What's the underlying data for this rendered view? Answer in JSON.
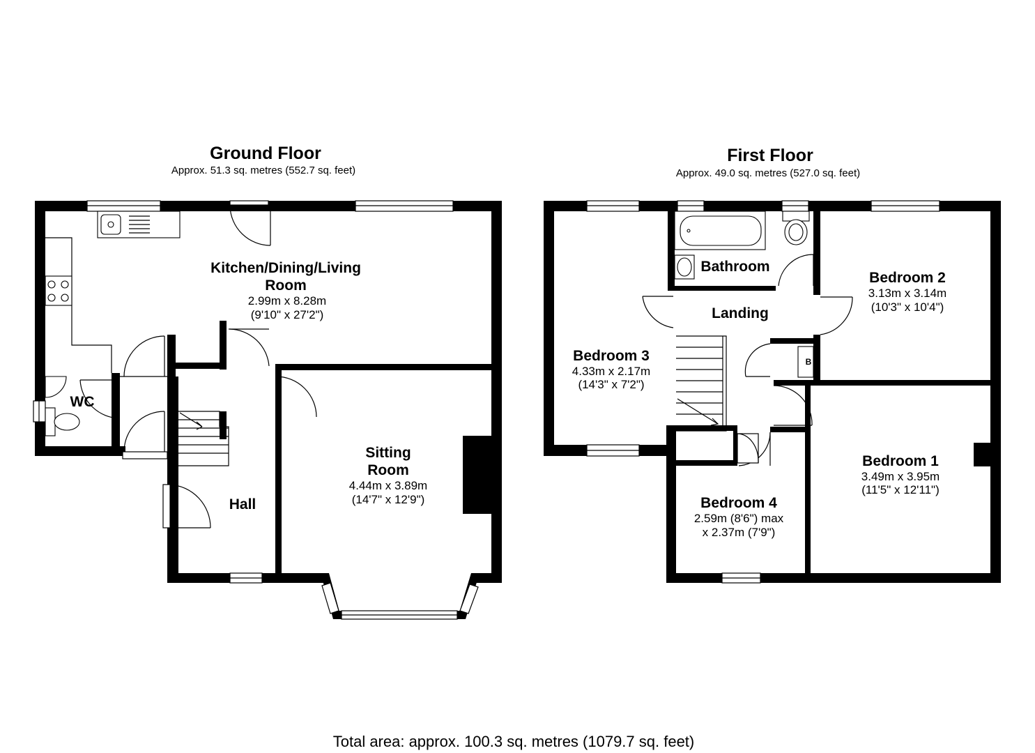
{
  "ground_floor": {
    "title": "Ground Floor",
    "area": "Approx. 51.3 sq. metres (552.7 sq. feet)",
    "rooms": {
      "kitchen": {
        "name_line1": "Kitchen/Dining/Living",
        "name_line2": "Room",
        "dim_metric": "2.99m x 8.28m",
        "dim_imperial": "(9'10\" x 27'2\")"
      },
      "wc": {
        "name": "WC"
      },
      "hall": {
        "name": "Hall"
      },
      "sitting": {
        "name_line1": "Sitting",
        "name_line2": "Room",
        "dim_metric": "4.44m x 3.89m",
        "dim_imperial": "(14'7\" x 12'9\")"
      }
    }
  },
  "first_floor": {
    "title": "First Floor",
    "area": "Approx. 49.0 sq. metres (527.0 sq. feet)",
    "rooms": {
      "bathroom": {
        "name": "Bathroom"
      },
      "landing": {
        "name": "Landing"
      },
      "bedroom1": {
        "name": "Bedroom 1",
        "dim_metric": "3.49m x 3.95m",
        "dim_imperial": "(11'5\" x 12'11\")"
      },
      "bedroom2": {
        "name": "Bedroom 2",
        "dim_metric": "3.13m x 3.14m",
        "dim_imperial": "(10'3\" x 10'4\")"
      },
      "bedroom3": {
        "name": "Bedroom 3",
        "dim_metric": "4.33m x 2.17m",
        "dim_imperial": "(14'3\" x 7'2\")"
      },
      "bedroom4": {
        "name": "Bedroom 4",
        "dim_line1": "2.59m (8'6\") max",
        "dim_line2": "x 2.37m (7'9\")"
      }
    },
    "boiler_label": "B"
  },
  "total_area": "Total area: approx. 100.3 sq. metres (1079.7 sq. feet)"
}
